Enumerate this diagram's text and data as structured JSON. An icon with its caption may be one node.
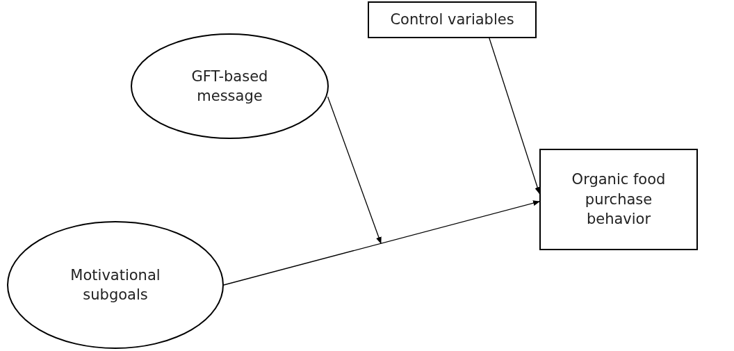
{
  "diagram": {
    "nodes": [
      {
        "text": [
          "Control variables"
        ]
      },
      {
        "text": [
          "GFT-based message"
        ]
      },
      {
        "text": [
          "Organic food purchase behavior"
        ]
      },
      {
        "text": [
          "Motivational subgoals"
        ]
      }
    ],
    "edges": [
      {
        "from": 0,
        "to": 2,
        "arrow": "to"
      },
      {
        "from": 3,
        "to": 2,
        "arrow": "to"
      },
      {
        "from": 1,
        "to": null,
        "arrow": "to"
      }
    ]
  }
}
